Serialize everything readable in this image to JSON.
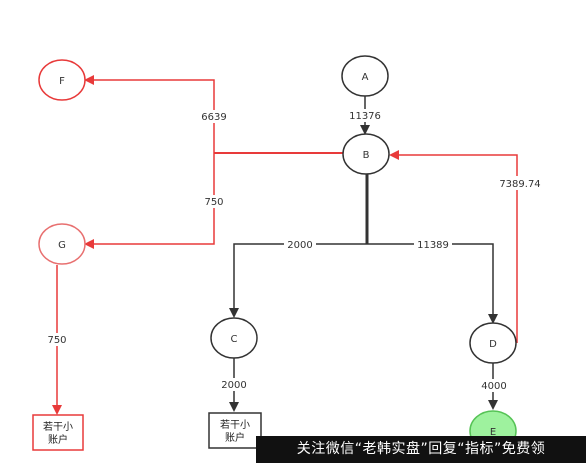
{
  "nodes": {
    "A": "A",
    "B": "B",
    "C": "C",
    "D": "D",
    "E": "E",
    "F": "F",
    "G": "G"
  },
  "edges": {
    "a_b": "11376",
    "b_f": "6639",
    "b_g": "750",
    "g_box": "750",
    "b_c": "2000",
    "b_d": "11389",
    "d_b": "7389.74",
    "c_box": "2000",
    "d_e": "4000"
  },
  "boxes": {
    "left": [
      "若干小",
      "账户"
    ],
    "middle": [
      "若干小",
      "账户"
    ]
  },
  "watermark": "关注微信“老韩实盘”回复“指标”免费领",
  "colors": {
    "black": "#333333",
    "red": "#e83a3a",
    "green_fill": "#9ef29e",
    "green_stroke": "#56c356"
  }
}
